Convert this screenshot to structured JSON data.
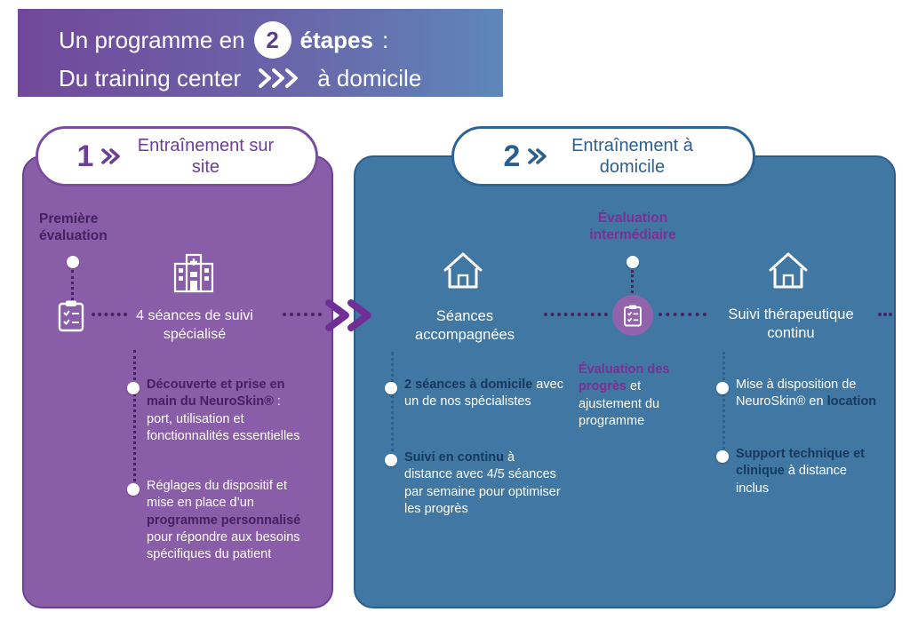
{
  "header": {
    "line1_pre": "Un programme en",
    "step_number": "2",
    "line1_bold": "étapes",
    "line1_colon": ":",
    "line2_pre": "Du training center",
    "line2_post": "à domicile"
  },
  "panel1": {
    "badge_number": "1",
    "title": "Entraînement sur site",
    "first_eval_label": "Première évaluation",
    "sessions_label": "4 séances de suivi spécialisé",
    "bullets": [
      {
        "bold": "Découverte et prise en main du NeuroSkin®",
        "sep": " : ",
        "rest": "port, utilisation et fonctionnalités essentielles"
      },
      {
        "pre": "Réglages du dispositif et mise en place d’un ",
        "bold": "programme personnalisé",
        "rest": " pour répondre aux besoins spécifiques du patient"
      }
    ]
  },
  "panel2": {
    "badge_number": "2",
    "title": "Entraînement à domicile",
    "mid_eval_title": "Évaluation intermédiaire",
    "col1_title": "Séances accompagnées",
    "col1_bullets": [
      {
        "bold": "2 séances à domicile",
        "rest": " avec un de nos spécialistes"
      },
      {
        "bold": "Suivi en continu",
        "rest": " à distance avec 4/5 séances par semaine pour optimiser les progrès"
      }
    ],
    "mid_text": {
      "bold": "Évaluation des progrès",
      "rest": " et ajustement du programme"
    },
    "col2_title": "Suivi thérapeutique continu",
    "col2_bullets": [
      {
        "pre": "Mise à disposition de NeuroSkin® en ",
        "bold": "location",
        "rest": ""
      },
      {
        "pre": "",
        "bold": "Support technique et clinique",
        "rest": " à distance inclus"
      }
    ]
  },
  "icons": {
    "header_arrow": "triple-chevron",
    "step_arrow": "double-chevron",
    "clipboard": "clipboard-checklist",
    "hospital": "hospital-building",
    "home": "house"
  },
  "colors": {
    "header_gradient_left": "#72489a",
    "header_gradient_right": "#5e87ba",
    "panel1_bg": "#8a5da9",
    "panel2_bg": "#4177a3",
    "accent_purple": "#7c2f95",
    "dark_purple": "#44215f",
    "navy_bold": "#16395d"
  }
}
